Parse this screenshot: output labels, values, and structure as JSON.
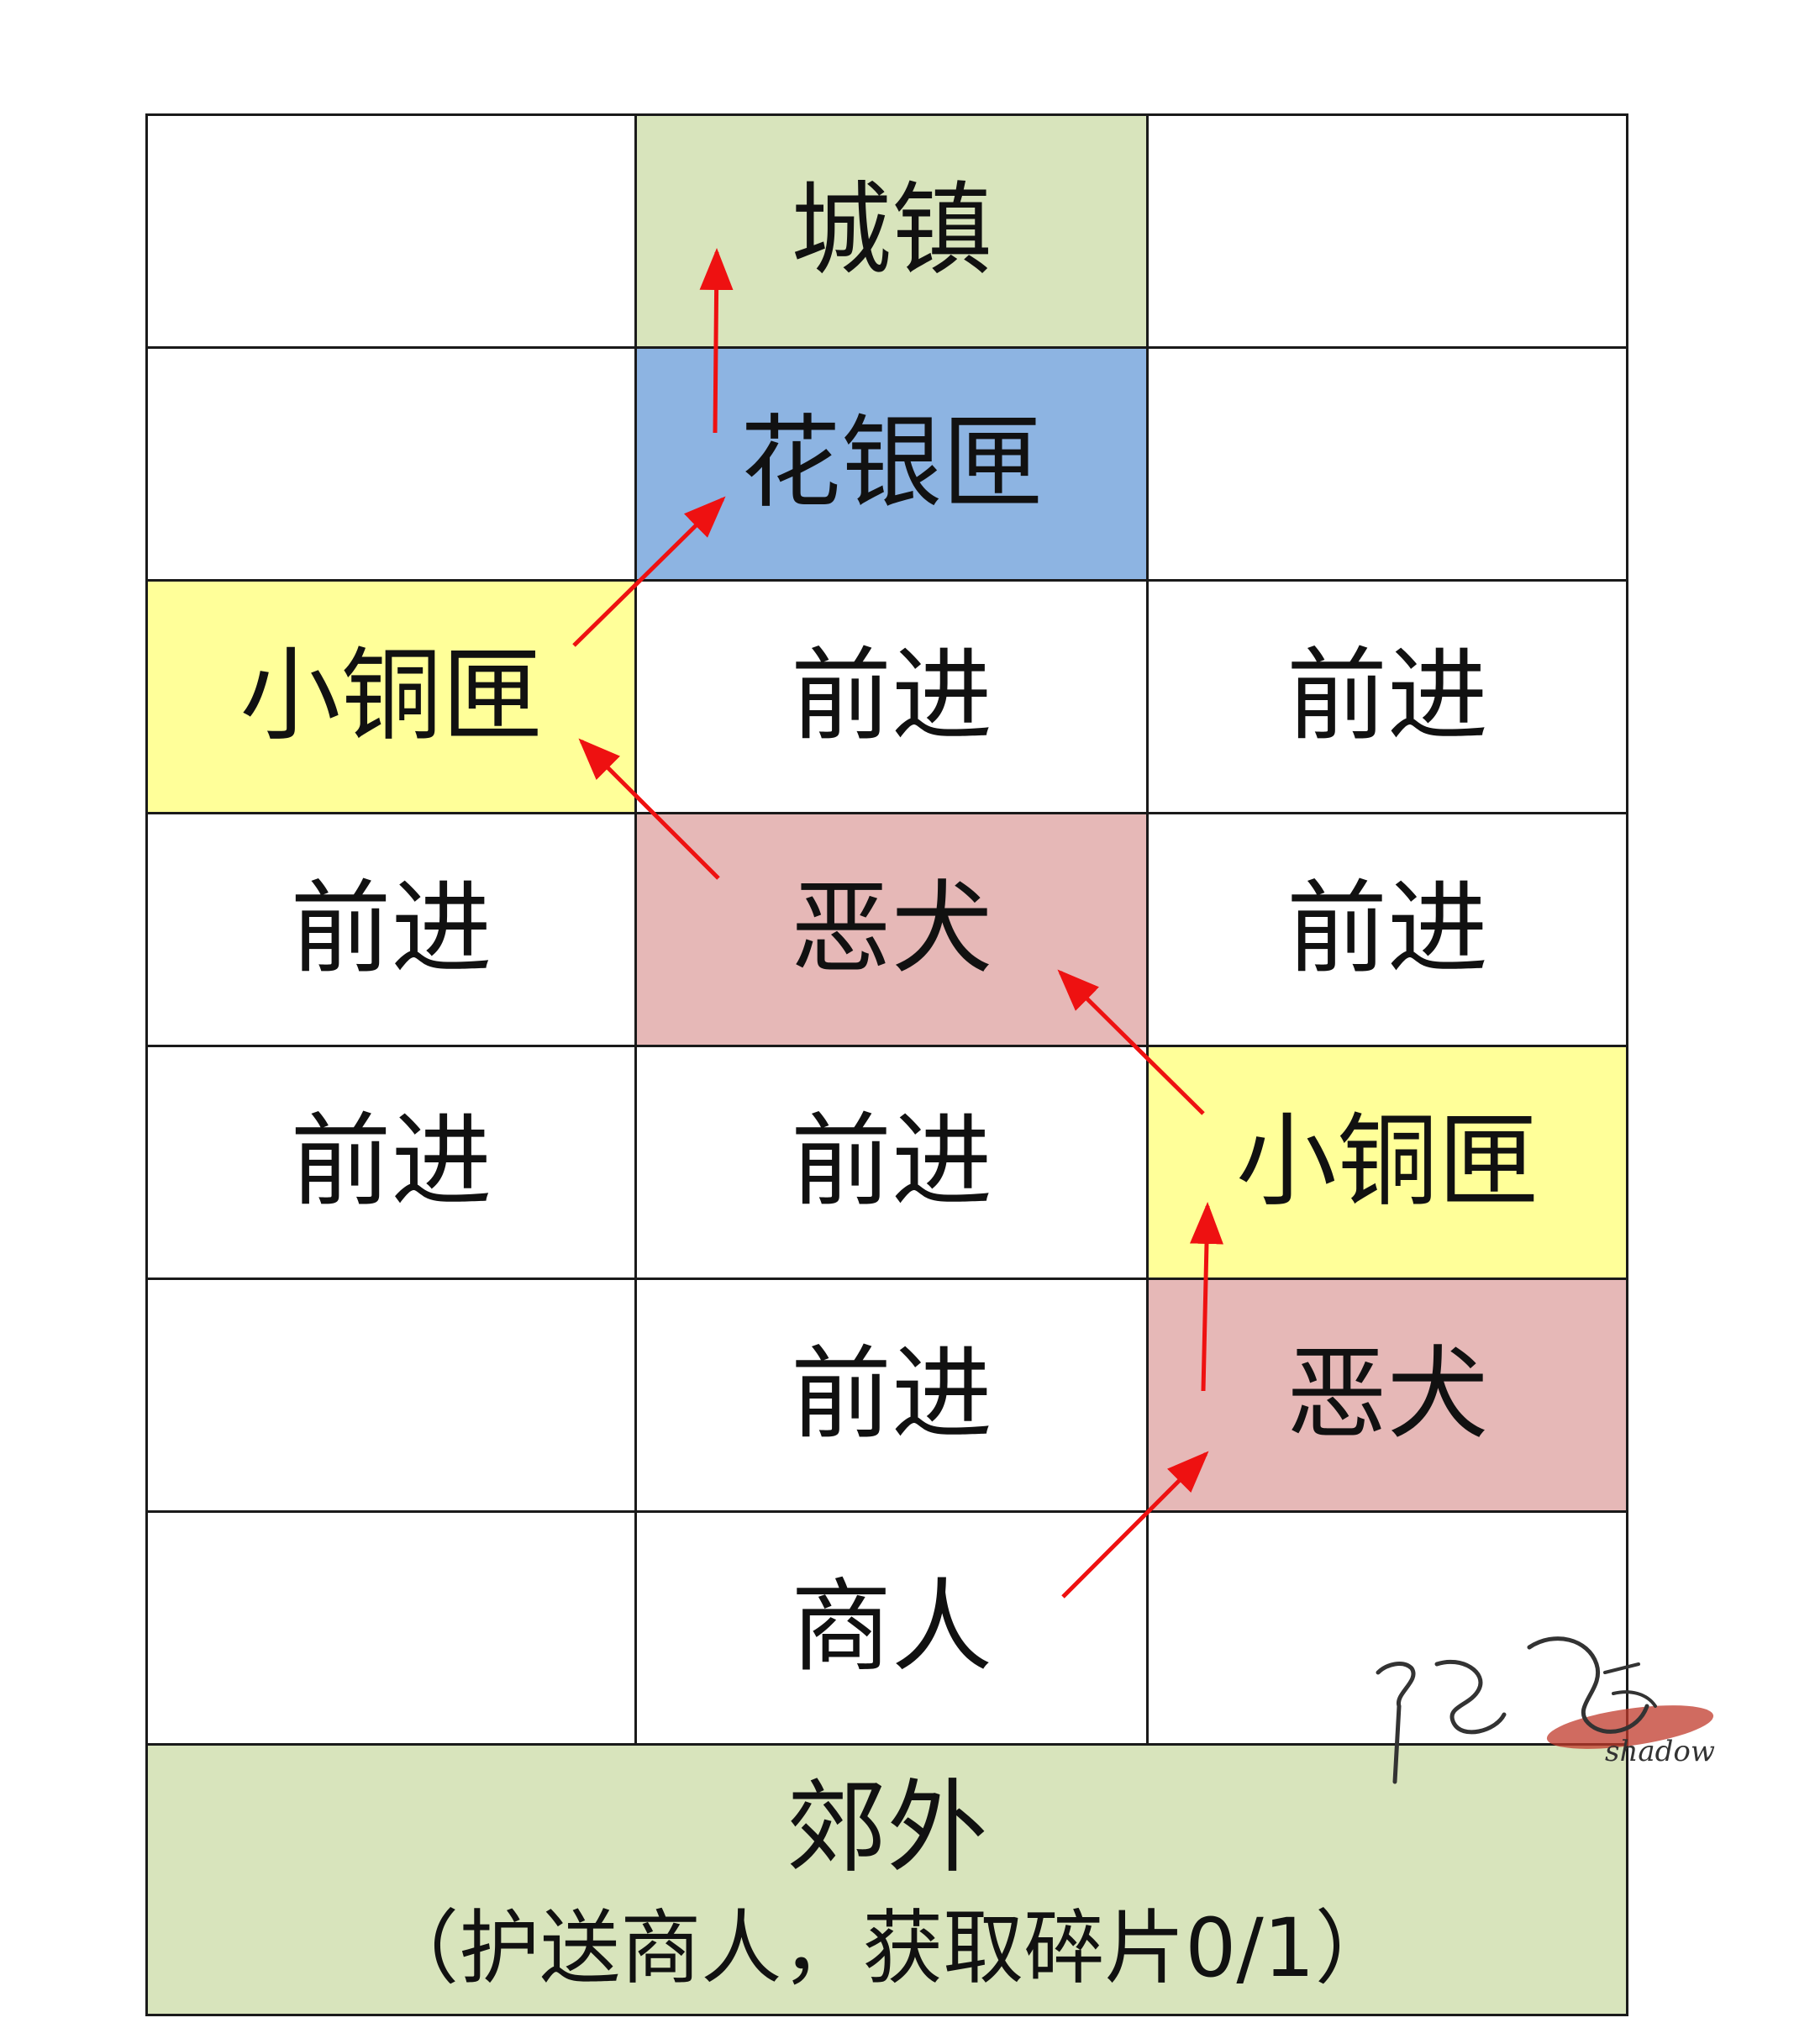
{
  "colors": {
    "green": "#d8e4bc",
    "blue": "#8db4e2",
    "yellow": "#ffff99",
    "red": "#e6b8b7",
    "white": "#ffffff",
    "arrow": "#ee1111"
  },
  "grid": {
    "columns": 3,
    "rows": [
      [
        {
          "text": "",
          "fill": "white"
        },
        {
          "text": "城镇",
          "fill": "green"
        },
        {
          "text": "",
          "fill": "white"
        }
      ],
      [
        {
          "text": "",
          "fill": "white"
        },
        {
          "text": "花银匣",
          "fill": "blue"
        },
        {
          "text": "",
          "fill": "white"
        }
      ],
      [
        {
          "text": "小铜匣",
          "fill": "yellow"
        },
        {
          "text": "前进",
          "fill": "white"
        },
        {
          "text": "前进",
          "fill": "white"
        }
      ],
      [
        {
          "text": "前进",
          "fill": "white"
        },
        {
          "text": "恶犬",
          "fill": "red"
        },
        {
          "text": "前进",
          "fill": "white"
        }
      ],
      [
        {
          "text": "前进",
          "fill": "white"
        },
        {
          "text": "前进",
          "fill": "white"
        },
        {
          "text": "小铜匣",
          "fill": "yellow"
        }
      ],
      [
        {
          "text": "",
          "fill": "white"
        },
        {
          "text": "前进",
          "fill": "white"
        },
        {
          "text": "恶犬",
          "fill": "red"
        }
      ],
      [
        {
          "text": "",
          "fill": "white"
        },
        {
          "text": "商人",
          "fill": "white"
        },
        {
          "text": "",
          "fill": "white"
        }
      ]
    ],
    "footer": {
      "title": "郊外",
      "subtitle": "（护送商人，获取碎片0/1）",
      "fill": "green"
    }
  },
  "path": [
    {
      "row": 6,
      "col": 1
    },
    {
      "row": 5,
      "col": 2
    },
    {
      "row": 4,
      "col": 2
    },
    {
      "row": 3,
      "col": 1
    },
    {
      "row": 2,
      "col": 0
    },
    {
      "row": 1,
      "col": 1
    },
    {
      "row": 0,
      "col": 1
    }
  ],
  "watermark": {
    "signature": "隐尧",
    "text": "shadow"
  }
}
